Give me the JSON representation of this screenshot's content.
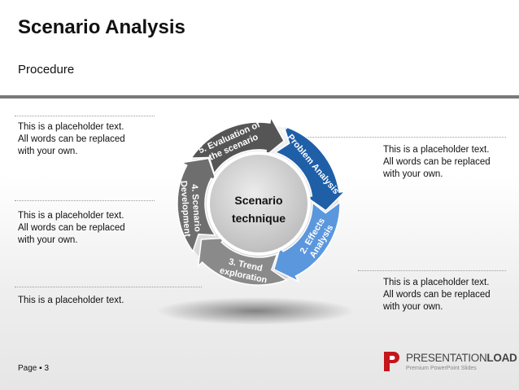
{
  "header": {
    "title": "Scenario Analysis",
    "subtitle": "Procedure"
  },
  "diagram": {
    "center_line1": "Scenario",
    "center_line2": "technique",
    "segments": [
      {
        "line1": "1. Problem Analysis",
        "line2": "",
        "color": "#1f5fa8"
      },
      {
        "line1": "2. Effects",
        "line2": "Analysis",
        "color": "#5b97dd"
      },
      {
        "line1": "3. Trend",
        "line2": "exploration",
        "color": "#8a8a8a"
      },
      {
        "line1": "4. Scenario",
        "line2": "Development",
        "color": "#6e6e6e"
      },
      {
        "line1": "5. Evaluation of",
        "line2": "the scenario",
        "color": "#555555"
      }
    ]
  },
  "placeholders": {
    "left_top": [
      "This is a placeholder text.",
      "All words can be replaced",
      "with your own."
    ],
    "left_mid": [
      "This is a placeholder text.",
      "All words can be replaced",
      "with your own."
    ],
    "left_bottom": [
      "This is a placeholder text."
    ],
    "right_top": [
      "This is a placeholder text.",
      "All words can be replaced",
      "with your own."
    ],
    "right_bottom": [
      "This is a placeholder text.",
      "All words can be replaced",
      "with your own."
    ]
  },
  "footer": {
    "page_label": "Page ▪ 3"
  },
  "logo": {
    "brand_light": "PRESENTATION",
    "brand_bold": "LOAD",
    "tagline": "Premium PowerPoint Slides"
  }
}
